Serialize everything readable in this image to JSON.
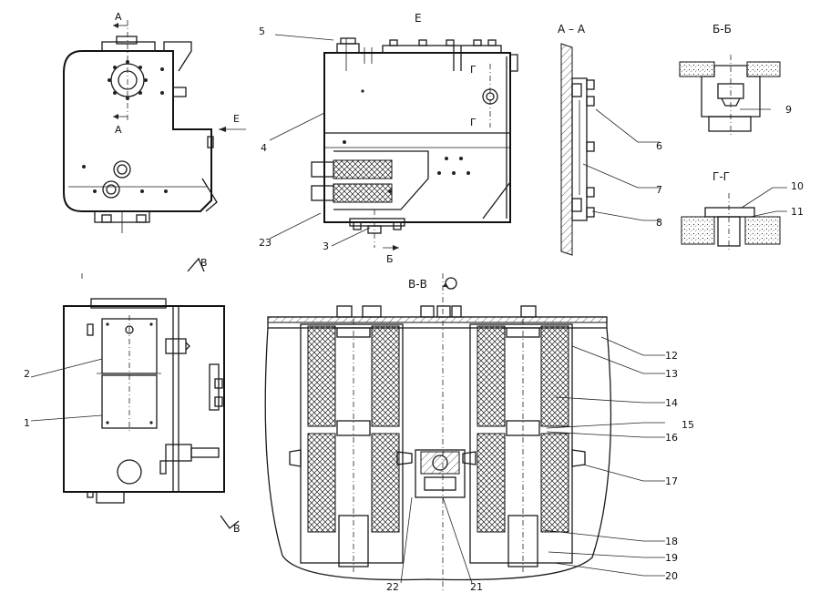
{
  "views": {
    "view_e": "Е",
    "section_aa": "А – А",
    "section_bb": "Б-Б",
    "section_gg": "Г-Г",
    "section_vv": "В-В"
  },
  "markers": {
    "a_top": "А",
    "a_bottom": "А",
    "e_arrow": "Е",
    "b_cut": "Б",
    "v_top": "В",
    "v_bottom": "В",
    "g_top": "Г",
    "g_bottom": "Г"
  },
  "callouts": [
    "1",
    "2",
    "3",
    "4",
    "5",
    "6",
    "7",
    "8",
    "9",
    "10",
    "11",
    "12",
    "13",
    "14",
    "15",
    "16",
    "17",
    "18",
    "19",
    "20",
    "21",
    "22",
    "23"
  ]
}
